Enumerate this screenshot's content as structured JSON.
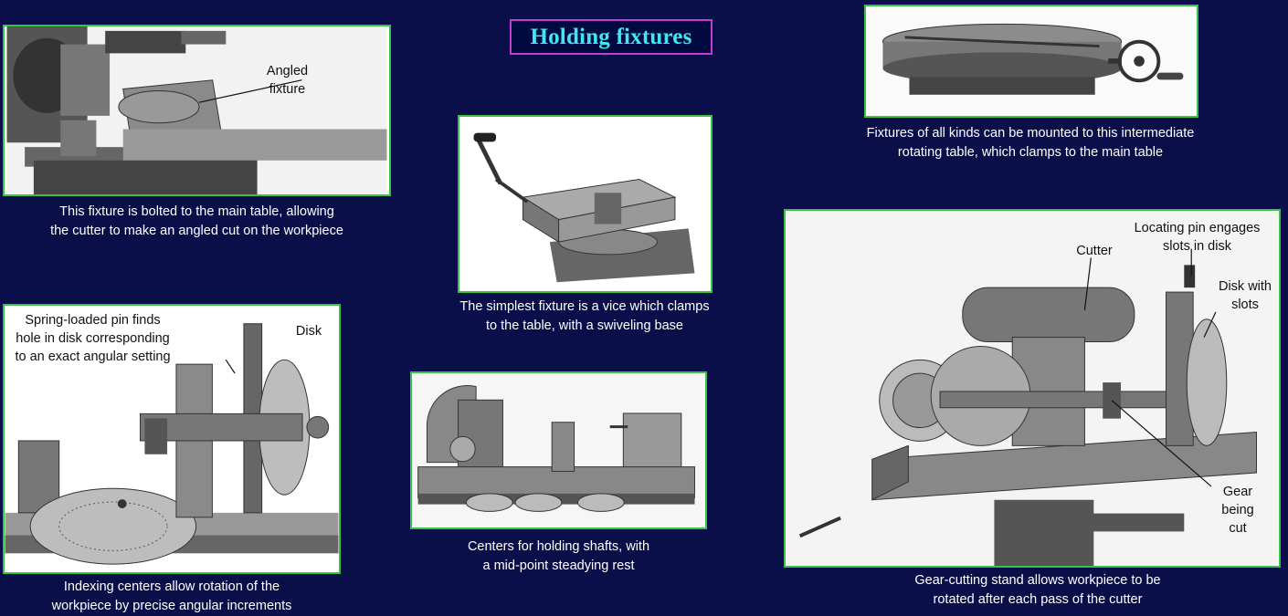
{
  "title": "Holding fixtures",
  "colors": {
    "background": "#0a0f4a",
    "title_text": "#3fe6f3",
    "title_border": "#c23ccf",
    "panel_border": "#39c244",
    "caption_text": "#ffffff"
  },
  "panels": {
    "angled": {
      "labels": [
        "Angled",
        "fixture"
      ],
      "caption": [
        "This fixture is bolted to the main table, allowing",
        "the cutter to make an angled cut on the workpiece"
      ]
    },
    "rotary": {
      "caption": [
        "Fixtures of all kinds can be mounted to this intermediate",
        "rotating table, which clamps to the main table"
      ]
    },
    "vice": {
      "caption": [
        "The simplest fixture is a vice which clamps",
        "to the table, with a swiveling base"
      ]
    },
    "indexing": {
      "pin_label": [
        "Spring-loaded pin finds",
        "hole in disk corresponding",
        "to an exact angular setting"
      ],
      "disk_label": "Disk",
      "caption": [
        "Indexing centers allow rotation of the",
        "workpiece by precise angular increments"
      ]
    },
    "centers": {
      "caption": [
        "Centers for holding shafts, with",
        "a mid-point steadying rest"
      ]
    },
    "gear": {
      "cutter_label": "Cutter",
      "pin_label": [
        "Locating pin engages",
        "slots in disk"
      ],
      "disk_label": [
        "Disk with",
        "slots"
      ],
      "gear_label": [
        "Gear",
        "being",
        "cut"
      ],
      "caption": [
        "Gear-cutting stand allows workpiece to be",
        "rotated after each pass of the cutter"
      ]
    }
  }
}
